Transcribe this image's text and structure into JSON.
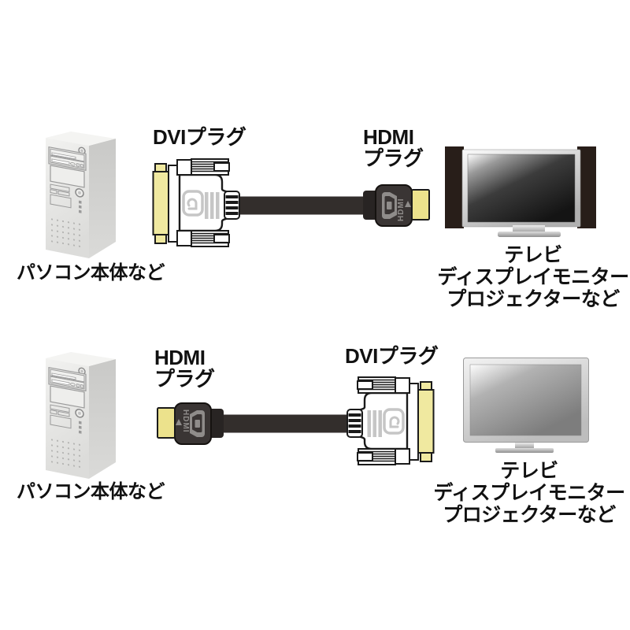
{
  "colors": {
    "background": "#ffffff",
    "text": "#111111",
    "cable_dark": "#332e2c",
    "hdmi_plug_body": "#3a3534",
    "dvi_connector_yellow": "#f0e9a0",
    "hdmi_gold_tip": "#ece28c",
    "plug_marking_gray": "#8f8c8a",
    "dvi_logo_gray": "#c6c6c6",
    "tv_speaker_dark": "#281e19"
  },
  "top_diagram": {
    "pc_label": "パソコン本体など",
    "dvi_plug_label": "DVIプラグ",
    "hdmi_plug_label_line1": "HDMI",
    "hdmi_plug_label_line2": "プラグ",
    "display_label_line1": "テレビ",
    "display_label_line2": "ディスプレイモニター",
    "display_label_line3": "プロジェクターなど"
  },
  "bottom_diagram": {
    "pc_label": "パソコン本体など",
    "hdmi_plug_label_line1": "HDMI",
    "hdmi_plug_label_line2": "プラグ",
    "dvi_plug_label": "DVIプラグ",
    "display_label_line1": "テレビ",
    "display_label_line2": "ディスプレイモニター",
    "display_label_line3": "プロジェクターなど"
  },
  "plug_markings": {
    "hdmi": "HDMI"
  }
}
